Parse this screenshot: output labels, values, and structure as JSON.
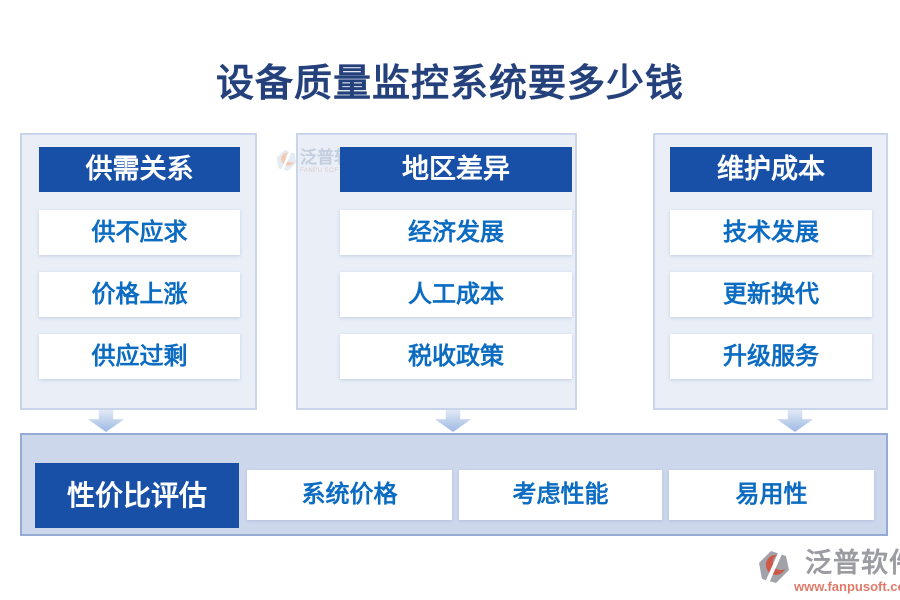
{
  "title": "设备质量监控系统要多少钱",
  "columns": [
    {
      "header": "供需关系",
      "items": [
        "供不应求",
        "价格上涨",
        "供应过剩"
      ]
    },
    {
      "header": "地区差异",
      "items": [
        "经济发展",
        "人工成本",
        "税收政策"
      ]
    },
    {
      "header": "维护成本",
      "items": [
        "技术发展",
        "更新换代",
        "升级服务"
      ]
    }
  ],
  "bottom": {
    "header": "性价比评估",
    "items": [
      "系统价格",
      "考虑性能",
      "易用性"
    ]
  },
  "watermark_center": {
    "name": "泛普软件",
    "subtitle": "FANPU SOFTWARE"
  },
  "watermark_footer": {
    "name": "泛普软件",
    "url": "www.fanpusoft.com"
  },
  "colors": {
    "header_bg": "#1750a6",
    "item_text": "#0c6cc2",
    "panel_bg": "#e9eef7",
    "panel_border": "#c9d5ea",
    "band_bg": "#ccd7ec",
    "band_border": "#94abd4",
    "title_text": "#24417c",
    "arrow": "#9fb9e3",
    "footer_name": "#9b9ba2",
    "footer_url": "#e07a6a"
  }
}
